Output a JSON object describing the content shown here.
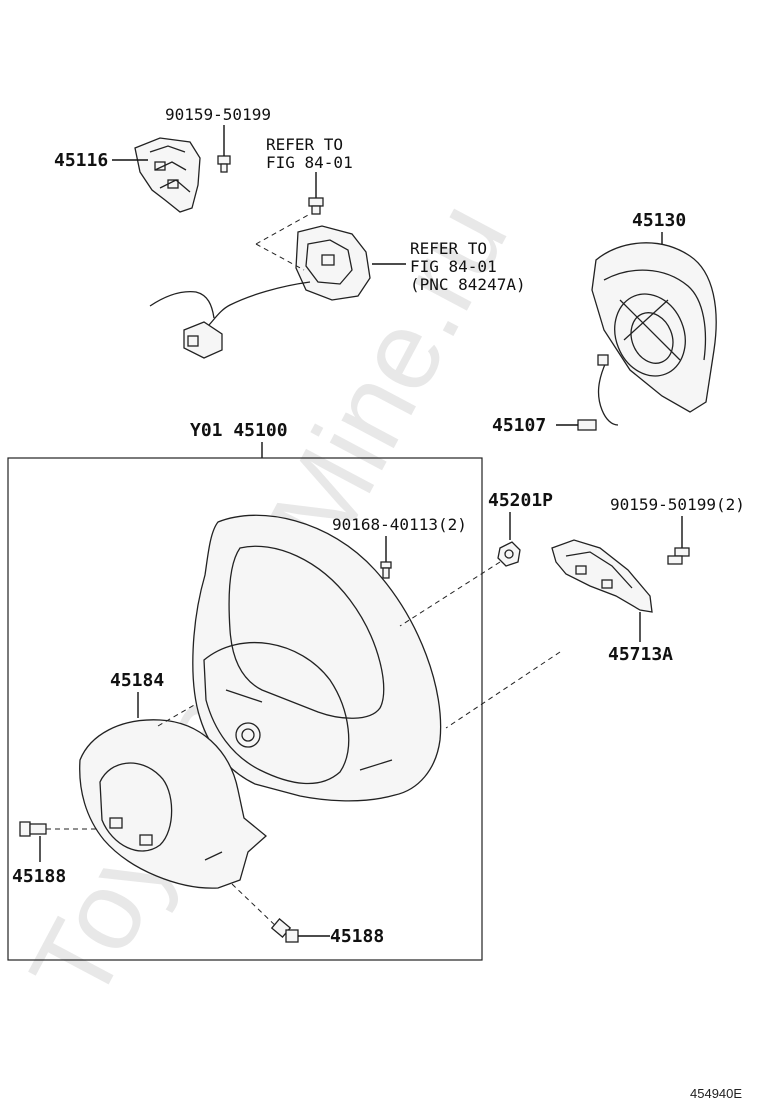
{
  "diagram": {
    "watermark": "ToyotaCarMine.ru",
    "figure_id": "454940E",
    "labels": {
      "bolt_top": "90159-50199",
      "horn_pad_part": "45116",
      "refer_1_line1": "REFER TO",
      "refer_1_line2": "FIG 84-01",
      "refer_2_line1": "REFER TO",
      "refer_2_line2": "FIG 84-01",
      "refer_2_line3": "(PNC 84247A)",
      "airbag": "45130",
      "airbag_wire": "45107",
      "steering_wheel": "Y01 45100",
      "nut": "45201P",
      "bolt_wheel": "90168-40113(2)",
      "bolt_switch": "90159-50199(2)",
      "switch": "45713A",
      "lower_cover": "45184",
      "screw_left": "45188",
      "screw_bottom": "45188"
    }
  }
}
